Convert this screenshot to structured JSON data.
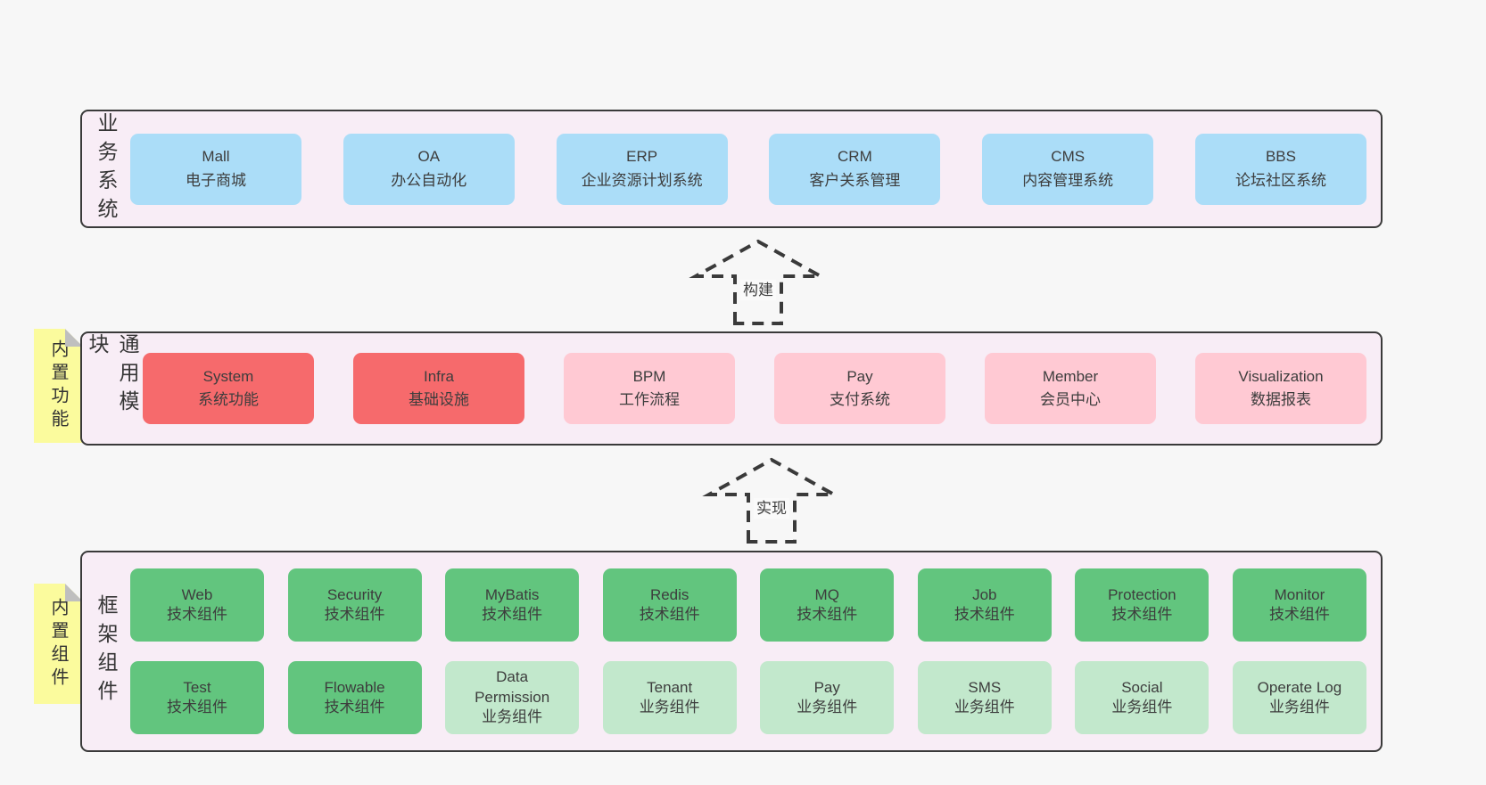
{
  "colors": {
    "page_bg": "#f7f7f7",
    "panel_bg": "#f8edf6",
    "panel_border": "#3a3a3a",
    "box_blue": "#abddf8",
    "box_red": "#f66a6c",
    "box_pink": "#ffc9d3",
    "box_green": "#62c57e",
    "box_green_light": "#c2e8cc",
    "sticky_yellow": "#fbfb9d",
    "sticky_fold_gray": "#bfbfbf",
    "text": "#3d3d3d"
  },
  "sections": {
    "business": {
      "label": "业务系统",
      "boxes": [
        {
          "title": "Mall",
          "subtitle": "电子商城",
          "variant": "blue"
        },
        {
          "title": "OA",
          "subtitle": "办公自动化",
          "variant": "blue"
        },
        {
          "title": "ERP",
          "subtitle": "企业资源计划系统",
          "variant": "blue"
        },
        {
          "title": "CRM",
          "subtitle": "客户关系管理",
          "variant": "blue"
        },
        {
          "title": "CMS",
          "subtitle": "内容管理系统",
          "variant": "blue"
        },
        {
          "title": "BBS",
          "subtitle": "论坛社区系统",
          "variant": "blue"
        }
      ]
    },
    "modules": {
      "label": "通用模块",
      "sticky": "内置功能",
      "boxes": [
        {
          "title": "System",
          "subtitle": "系统功能",
          "variant": "red"
        },
        {
          "title": "Infra",
          "subtitle": "基础设施",
          "variant": "red"
        },
        {
          "title": "BPM",
          "subtitle": "工作流程",
          "variant": "pink"
        },
        {
          "title": "Pay",
          "subtitle": "支付系统",
          "variant": "pink"
        },
        {
          "title": "Member",
          "subtitle": "会员中心",
          "variant": "pink"
        },
        {
          "title": "Visualization",
          "subtitle": "数据报表",
          "variant": "pink"
        }
      ]
    },
    "framework": {
      "label": "框架组件",
      "sticky": "内置组件",
      "rows": [
        [
          {
            "title": "Web",
            "subtitle": "技术组件",
            "variant": "green"
          },
          {
            "title": "Security",
            "subtitle": "技术组件",
            "variant": "green"
          },
          {
            "title": "MyBatis",
            "subtitle": "技术组件",
            "variant": "green"
          },
          {
            "title": "Redis",
            "subtitle": "技术组件",
            "variant": "green"
          },
          {
            "title": "MQ",
            "subtitle": "技术组件",
            "variant": "green"
          },
          {
            "title": "Job",
            "subtitle": "技术组件",
            "variant": "green"
          },
          {
            "title": "Protection",
            "subtitle": "技术组件",
            "variant": "green"
          },
          {
            "title": "Monitor",
            "subtitle": "技术组件",
            "variant": "green"
          }
        ],
        [
          {
            "title": "Test",
            "subtitle": "技术组件",
            "variant": "green"
          },
          {
            "title": "Flowable",
            "subtitle": "技术组件",
            "variant": "green"
          },
          {
            "title": "Data Permission",
            "subtitle": "业务组件",
            "variant": "green-light"
          },
          {
            "title": "Tenant",
            "subtitle": "业务组件",
            "variant": "green-light"
          },
          {
            "title": "Pay",
            "subtitle": "业务组件",
            "variant": "green-light"
          },
          {
            "title": "SMS",
            "subtitle": "业务组件",
            "variant": "green-light"
          },
          {
            "title": "Social",
            "subtitle": "业务组件",
            "variant": "green-light"
          },
          {
            "title": "Operate Log",
            "subtitle": "业务组件",
            "variant": "green-light"
          }
        ]
      ]
    }
  },
  "arrows": [
    {
      "label": "构建"
    },
    {
      "label": "实现"
    }
  ]
}
